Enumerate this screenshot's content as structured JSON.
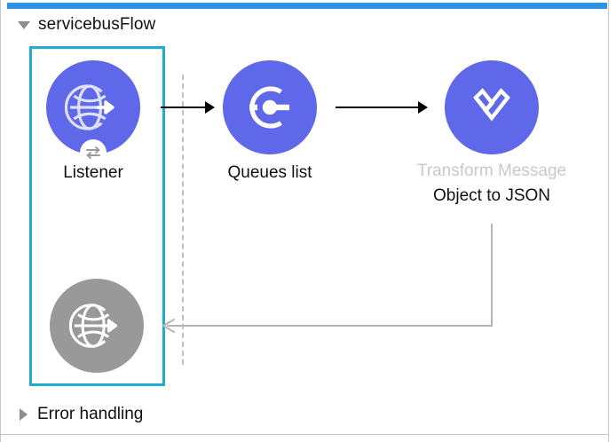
{
  "editor": {
    "accent_bar_color": "#2b92e4",
    "frame_border_color": "#c8c8c8",
    "canvas_background": "#ffffff"
  },
  "flow": {
    "name": "servicebusFlow",
    "expanded": true,
    "toggle_icon": "triangle-down-icon"
  },
  "error_handling": {
    "name": "Error handling",
    "expanded": false,
    "toggle_icon": "triangle-right-icon"
  },
  "selection": {
    "selected_node": "Listener",
    "border_color": "#1eacd2"
  },
  "colors": {
    "node_purple": "#5f68e8",
    "node_gray": "#999999",
    "label_text": "#101010",
    "label_muted": "#c9c9c9",
    "connector_black": "#000000",
    "connector_gray": "#b4b4b4",
    "divider_gray": "#bfbfbf"
  },
  "nodes": [
    {
      "id": "listener",
      "icon": "globe-arrow-icon",
      "badge_icon": "exchange-arrows-icon",
      "circle_color": "#5f68e8",
      "label_primary": "Listener",
      "label_muted": "",
      "selected": true
    },
    {
      "id": "queues-list",
      "icon": "connector-c-icon",
      "badge_icon": "",
      "circle_color": "#5f68e8",
      "label_primary": "Queues list",
      "label_muted": "",
      "selected": false
    },
    {
      "id": "transform-message",
      "icon": "dataweave-icon",
      "badge_icon": "",
      "circle_color": "#5f68e8",
      "label_muted": "Transform Message",
      "label_primary": "Object to JSON",
      "selected": false
    },
    {
      "id": "error-response",
      "icon": "globe-arrow-icon",
      "badge_icon": "",
      "circle_color": "#999999",
      "label_primary": "",
      "label_muted": "",
      "selected": false
    }
  ],
  "connectors": [
    {
      "id": "listener-to-queues",
      "from": "listener",
      "to": "queues-list",
      "style": "solid-black-arrow"
    },
    {
      "id": "queues-to-transform",
      "from": "queues-list",
      "to": "transform-message",
      "style": "solid-black-arrow"
    },
    {
      "id": "transform-to-response",
      "from": "transform-message",
      "to": "error-response",
      "style": "solid-gray-return-arrow"
    }
  ]
}
